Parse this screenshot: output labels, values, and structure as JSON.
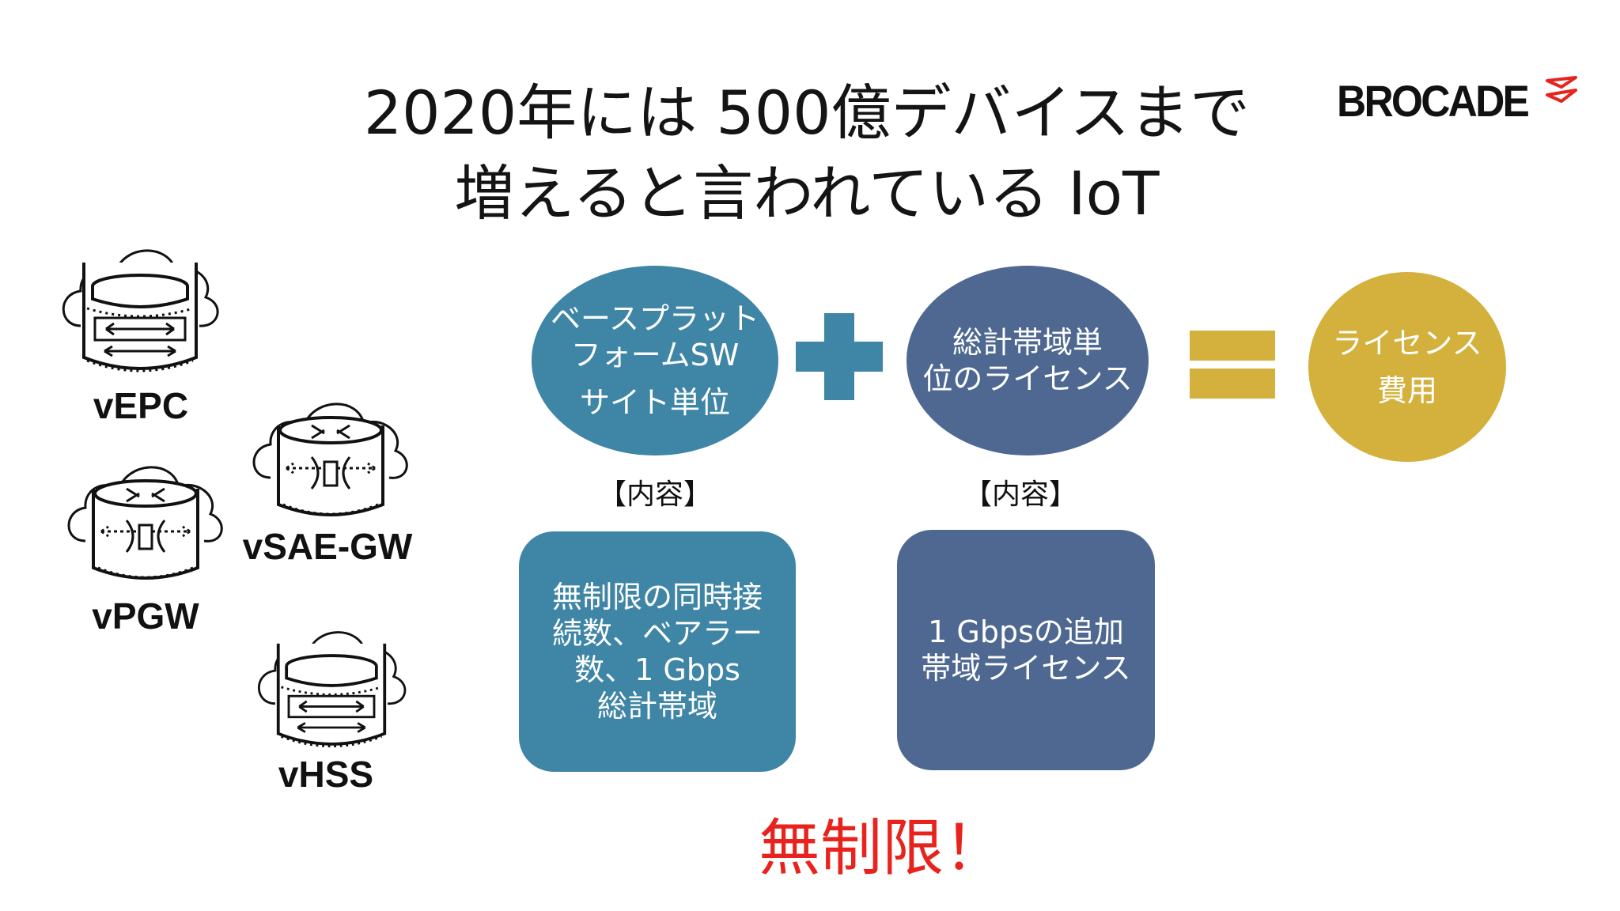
{
  "title": {
    "line1": "2020年には 500億デバイスまで",
    "line2": "増えると言われている IoT"
  },
  "logo": {
    "text": "BROCADE",
    "mark_icon": "brocade-wing-icon"
  },
  "devices": [
    {
      "label": "vEPC",
      "icon": "cloud-database-switch-icon"
    },
    {
      "label": "vSAE-GW",
      "icon": "cloud-router-icon"
    },
    {
      "label": "vPGW",
      "icon": "cloud-router-icon"
    },
    {
      "label": "vHSS",
      "icon": "cloud-database-switch-icon"
    }
  ],
  "equation": {
    "base": {
      "line1": "ベースプラット",
      "line2": "フォームSW",
      "line3": "サイト単位"
    },
    "bandwidth": {
      "line1": "総計帯域単",
      "line2": "位のライセンス"
    },
    "result": {
      "line1": "ライセンス",
      "line2": "費用"
    },
    "plus_icon": "plus-icon",
    "equals_icon": "equals-icon"
  },
  "contents": {
    "label_left": "【内容】",
    "label_right": "【内容】",
    "left_box": {
      "line1": "無制限の同時接",
      "line2": "続数、ベアラー",
      "line3": "数、1 Gbps",
      "line4": "総計帯域"
    },
    "right_box": {
      "line1": "1 Gbpsの追加",
      "line2": "帯域ライセンス"
    }
  },
  "footer": {
    "unlimited": "無制限！"
  },
  "colors": {
    "teal": "#3f85a5",
    "slate": "#4e6891",
    "gold": "#d3b13c",
    "red": "#e8221c",
    "logo_red": "#e8221c"
  }
}
